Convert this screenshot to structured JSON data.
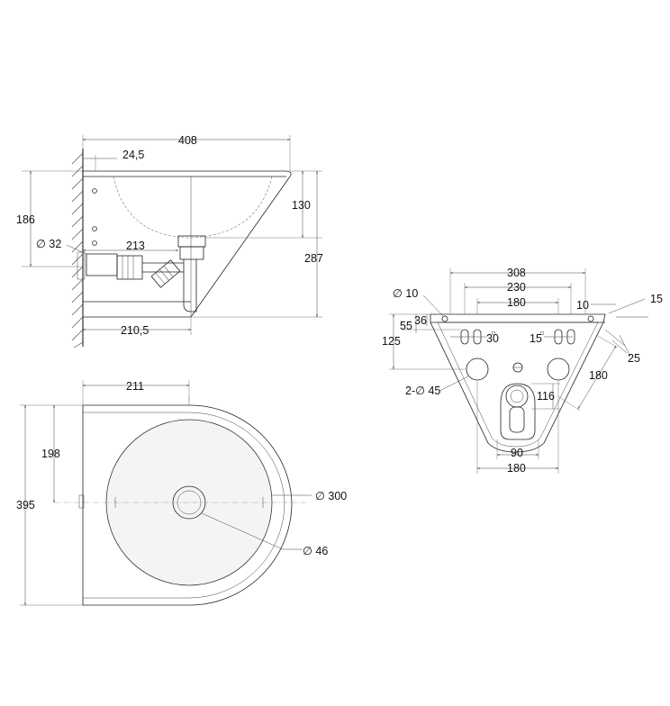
{
  "side_view": {
    "width": "408",
    "wall_offset": "24,5",
    "height_left": "186",
    "pipe_diameter": "∅ 32",
    "drain_offset": "213",
    "base_depth": "210,5",
    "bowl_depth": "130",
    "total_height": "287"
  },
  "rear_view": {
    "top_width": "308",
    "bracket_width": "230",
    "slot_spacing": "180",
    "hole_diameter": "∅ 10",
    "edge_offset": "10",
    "right_margin": "15",
    "h_36": "36",
    "h_55": "55",
    "h_125": "125",
    "slot_h": "30",
    "slot_w": "15",
    "angle_25": "25",
    "diag_180": "180",
    "holes": "2-∅ 45",
    "drain_h": "116",
    "trap_width": "90",
    "bottom_width": "180"
  },
  "top_view": {
    "depth_half": "211",
    "depth_center": "198",
    "total_depth": "395",
    "bowl_diameter": "∅ 300",
    "drain_diameter": "∅ 46"
  }
}
